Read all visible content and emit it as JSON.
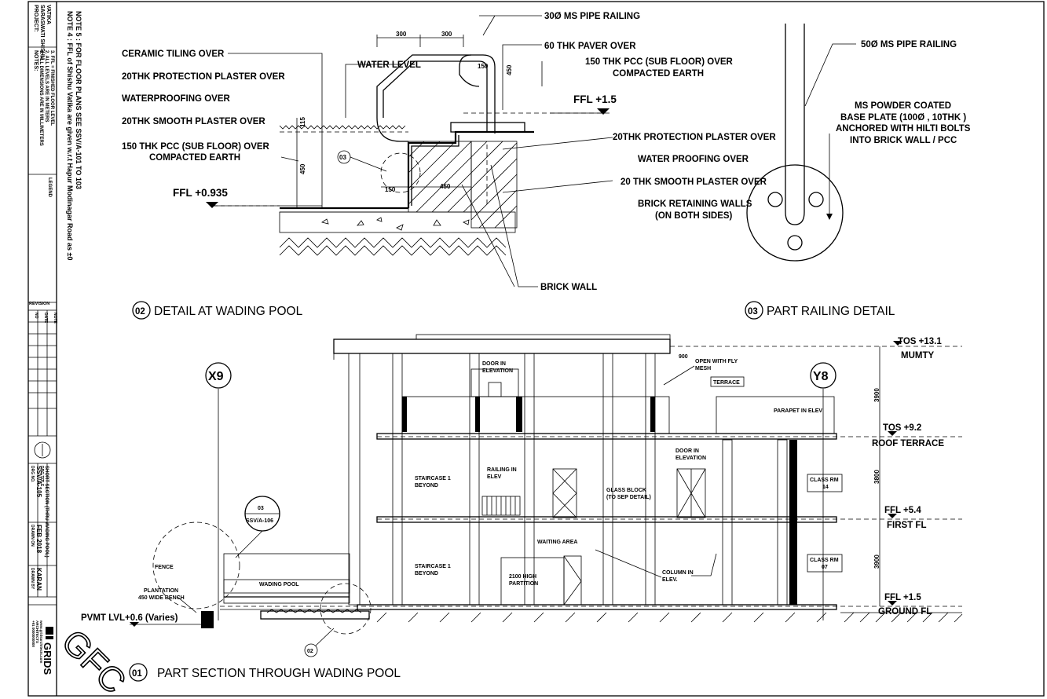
{
  "sidebar": {
    "project_heading": "PROJECT:",
    "project_lines": [
      "SARASWATI SHISHU",
      "VATIKA"
    ],
    "notes_heading": "NOTES:",
    "notes_lines": [
      "1. ALL DIMENSIONS ARE IN MILLIMETERS",
      "2. ALL LEVELS ARE IN METERS",
      "3. FFL = FINISHED FLOOR LEVEL"
    ],
    "note4": "NOTE 4 : FFL of Shishu Vatika are given w.r.t Hapur Modinagar Road as ±0",
    "note5": "NOTE 5 : FOR FLOOR PLANS SEE SSV/A-101 TO 103",
    "legend_label": "LEGEND",
    "revision_label": "REVISION",
    "rev_cols": [
      "NO",
      "DATE",
      "NOTE"
    ],
    "drg_no_label": "DRG NO.",
    "drg_no": "SSV/A-105",
    "drawn_on_label": "DRAWN ON",
    "drawn_on": "FEB 2018",
    "drawn_by_label": "DRAWN BY",
    "drawn_by": "KARAN",
    "drg_title_label": "DRG TITLE",
    "drg_title": "SHORT SECTION (THRU WADING POOL)",
    "firm": "GRIDS",
    "firm_lines": [
      "ARCHITECTS",
      "+91 0000000000",
      "www.gridsarchitects.com"
    ],
    "stamp": "GFC"
  },
  "detail02": {
    "title_num": "02",
    "title": "DETAIL AT WADING POOL",
    "labels": {
      "railing": "30Ø MS PIPE RAILING",
      "paver": "60 THK PAVER OVER",
      "pcc_right": [
        "150 THK PCC (SUB FLOOR) OVER",
        "COMPACTED EARTH"
      ],
      "ffl_right": "FFL  +1.5",
      "ceramic": "CERAMIC TILING OVER",
      "water_level": "WATER LEVEL",
      "protection": "20THK PROTECTION PLASTER OVER",
      "waterproofing": "WATERPROOFING OVER",
      "smooth": "20THK SMOOTH PLASTER OVER",
      "pcc_left": [
        "150 THK PCC (SUB FLOOR) OVER",
        "COMPACTED EARTH"
      ],
      "ffl_left": "FFL  +0.935",
      "callout": "03",
      "brick_wall": "BRICK WALL",
      "protection_r": "20THK PROTECTION PLASTER OVER",
      "waterproofing_r": "WATER PROOFING OVER",
      "smooth_r": "20 THK SMOOTH PLASTER OVER",
      "retaining": [
        "BRICK RETAINING WALLS",
        "(ON BOTH SIDES)"
      ]
    },
    "dims": [
      "300",
      "300",
      "150",
      "450",
      "115",
      "450",
      "150",
      "450"
    ]
  },
  "detail03": {
    "title_num": "03",
    "title": "PART RAILING DETAIL",
    "railing": "50Ø MS PIPE RAILING",
    "plate": [
      "MS POWDER COATED",
      "BASE PLATE (100Ø , 10THK )",
      "ANCHORED WITH HILTI BOLTS",
      "INTO BRICK WALL / PCC"
    ]
  },
  "section01": {
    "title_num": "01",
    "title": "PART SECTION THROUGH WADING POOL",
    "grid_left": "X9",
    "grid_right": "Y8",
    "levels": [
      {
        "value": "TOS  +13.1",
        "name": "MUMTY"
      },
      {
        "value": "TOS  +9.2",
        "name": "ROOF TERRACE"
      },
      {
        "value": "FFL  +5.4",
        "name": "FIRST FL"
      },
      {
        "value": "FFL  +1.5",
        "name": "GROUND FL"
      }
    ],
    "pvmt": "PVMT LVL+0.6 (Varies)",
    "floor_dims": [
      "3900",
      "3800",
      "3900"
    ],
    "dim_900": "900",
    "labels": {
      "door_elev_top": [
        "DOOR IN",
        "ELEVATION"
      ],
      "open_mesh": [
        "OPEN WITH FLY",
        "MESH"
      ],
      "terrace": "TERRACE",
      "parapet": "PARAPET IN ELEV",
      "staircase1": [
        "STAIRCASE 1",
        "BEYOND"
      ],
      "railing_elev": [
        "RAILING IN",
        "ELEV"
      ],
      "glass_block": [
        "GLASS BLOCK",
        "(TO SEP DETAIL)"
      ],
      "door_elev_mid": [
        "DOOR IN",
        "ELEVATION"
      ],
      "class14": [
        "CLASS RM",
        "14"
      ],
      "staircase2": [
        "STAIRCASE 1",
        "BEYOND"
      ],
      "waiting": "WAITING AREA",
      "partition": [
        "2100 HIGH",
        "PARTITION"
      ],
      "column": [
        "COLUMN IN",
        "ELEV."
      ],
      "class07": [
        "CLASS RM",
        "07"
      ],
      "wading": "WADING POOL",
      "fence": "FENCE",
      "plantation": [
        "PLANTATION",
        "450 WIDE BENCH"
      ],
      "callout_top": "03",
      "callout_ref": "SSV/A-106",
      "callout_bottom": "02"
    }
  }
}
